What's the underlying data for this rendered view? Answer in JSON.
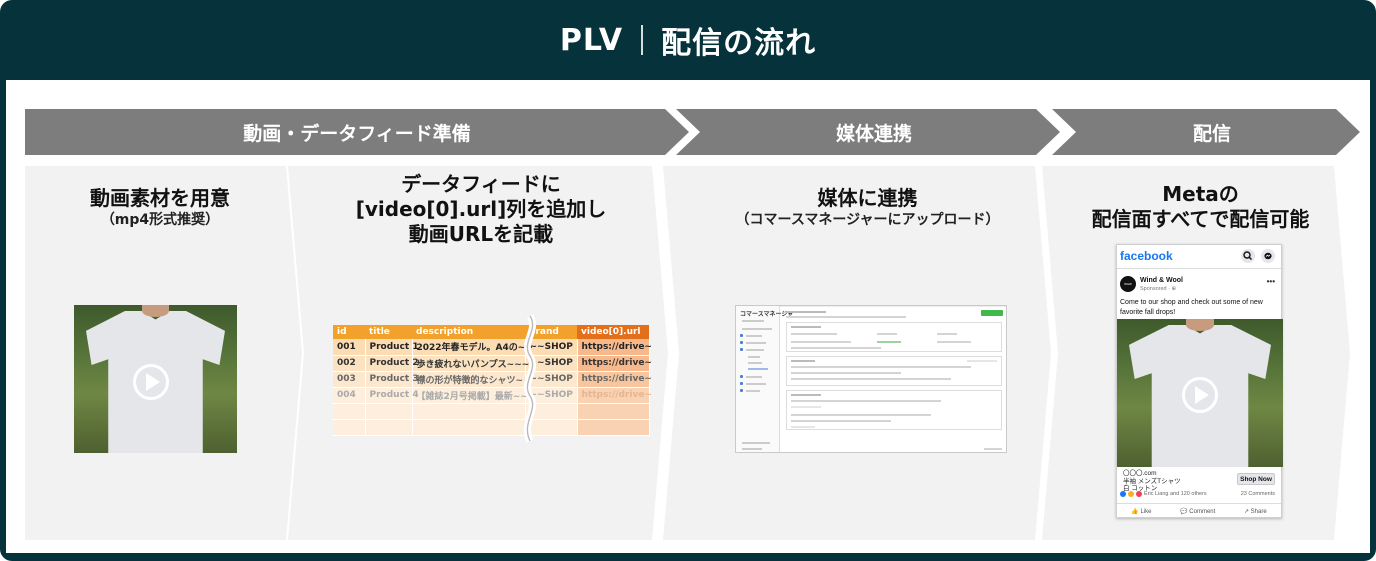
{
  "header": {
    "left": "PLV",
    "right": "配信の流れ"
  },
  "phases": [
    {
      "label": "動画・データフィード準備"
    },
    {
      "label": "媒体連携"
    },
    {
      "label": "配信"
    }
  ],
  "steps": [
    {
      "title": "動画素材を用意",
      "subtitle": "（mp4形式推奨）"
    },
    {
      "title_lines": [
        "データフィードに",
        "[video[0].url]列を追加し",
        "動画URLを記載"
      ]
    },
    {
      "title": "媒体に連携",
      "subtitle": "（コマースマネージャーにアップロード）"
    },
    {
      "title_lines": [
        "Metaの",
        "配信面すべてで配信可能"
      ]
    }
  ],
  "feed_table": {
    "columns": [
      "id",
      "title",
      "description",
      "brand",
      "video[0].url"
    ],
    "rows": [
      [
        "001",
        "Product 1",
        "2022年春モデル。A4の~~",
        "~~SHOP",
        "https://drive~"
      ],
      [
        "002",
        "Product 2",
        "歩き疲れないパンプス~~~",
        "~~SHOP",
        "https://drive~"
      ],
      [
        "003",
        "Product 3",
        "襟の形が特徴的なシャツ~",
        "~~SHOP",
        "https://drive~"
      ],
      [
        "004",
        "Product 4",
        "【雑誌2月号掲載】最新~~",
        "~~SHOP",
        "https://drive~"
      ]
    ]
  },
  "commerce_manager": {
    "title": "コマースマネージャ"
  },
  "facebook_ad": {
    "logo": "facebook",
    "page_name": "Wind & Wool",
    "sponsored": "Sponsored · ⊕",
    "avatar_text": "W&W",
    "post_text": "Come to our shop and check out some of new favorite fall drops!",
    "site": "〇〇〇.com",
    "product_line1": "半袖 メンズTシャツ",
    "product_line2": "白 コットン",
    "cta": "Shop Now",
    "reactions": "Eric Liang and 120 others",
    "comments": "23 Comments",
    "actions": [
      "Like",
      "Comment",
      "Share"
    ]
  },
  "colors": {
    "frame": "#06323b",
    "phase": "#7d7d7d",
    "panel": "#f2f2f2",
    "table_header": "#f2a22c",
    "table_video_header": "#e46f1a",
    "facebook_blue": "#1877f2"
  }
}
